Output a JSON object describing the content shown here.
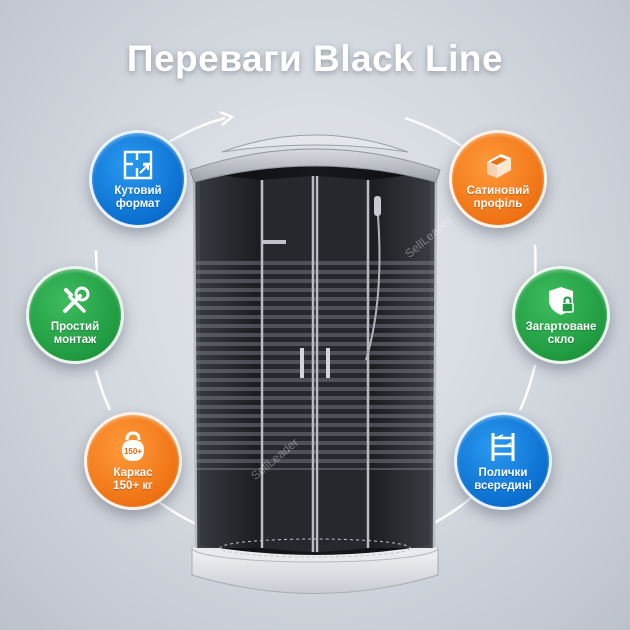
{
  "title": "Переваги Black Line",
  "colors": {
    "blue": "#0b6fd0",
    "green": "#1f9a40",
    "orange": "#ef7314"
  },
  "features": {
    "corner_format": {
      "label": "Кутовий\nформат",
      "icon": "floor-plan-icon"
    },
    "easy_install": {
      "label": "Простий\nмонтаж",
      "icon": "tools-icon"
    },
    "frame_load": {
      "label": "Каркас\n150+ кг",
      "icon": "kettlebell-icon",
      "weight_text": "150+"
    },
    "satin_profile": {
      "label": "Сатиновий\nпрофіль",
      "icon": "profile-tube-icon"
    },
    "tempered_glass": {
      "label": "Загартоване\nскло",
      "icon": "shield-lock-icon"
    },
    "shelves_inside": {
      "label": "Полички\nвсередині",
      "icon": "shelf-rack-icon"
    }
  },
  "watermark": "SellLeader"
}
